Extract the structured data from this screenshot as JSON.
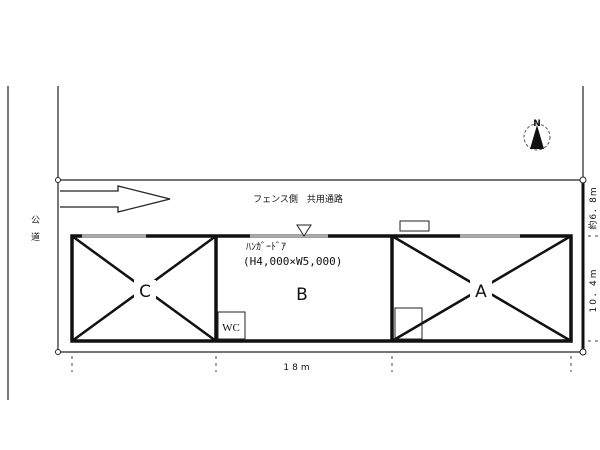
{
  "road_label": "公道",
  "fence_label": "フェンス側　共用通路",
  "door_label": "ﾊﾝｶﾞｰﾄﾞｱ",
  "door_size": "(H4,000×W5,000)",
  "units": {
    "c": "C",
    "b": "B",
    "a": "A"
  },
  "wc_label": "WC",
  "dim_width": "18m",
  "dim_top": "約6．8m",
  "dim_right": "10．4m",
  "north": "N"
}
